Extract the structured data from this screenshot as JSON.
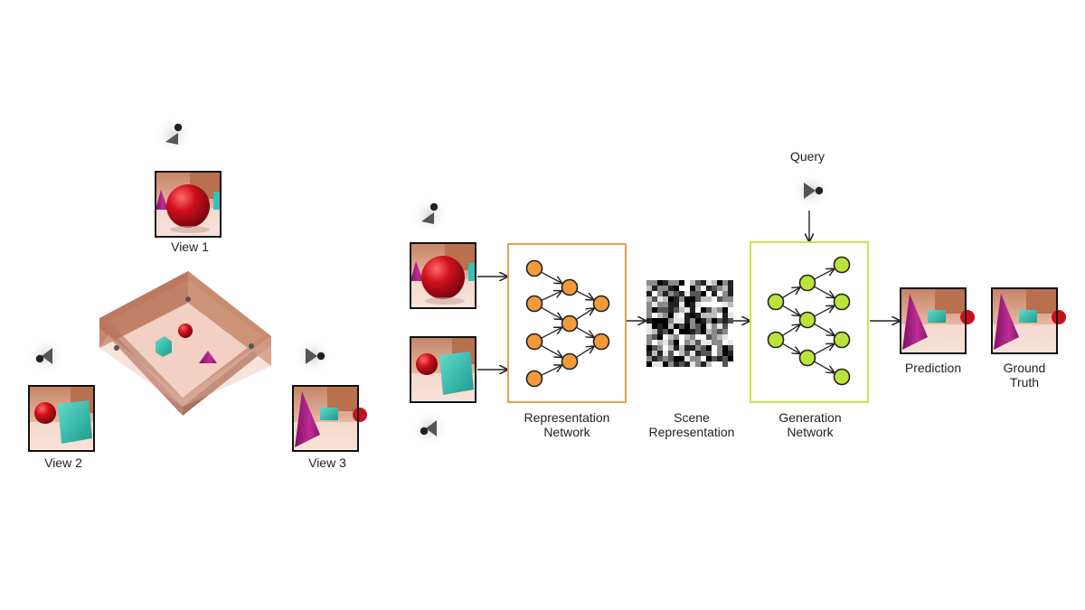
{
  "left_panel": {
    "views": [
      {
        "label": "View 1"
      },
      {
        "label": "View 2"
      },
      {
        "label": "View 3"
      }
    ]
  },
  "pipeline": {
    "query_label": "Query",
    "representation_network": {
      "line1": "Representation",
      "line2": "Network"
    },
    "scene_representation": {
      "line1": "Scene",
      "line2": "Representation"
    },
    "generation_network": {
      "line1": "Generation",
      "line2": "Network"
    },
    "prediction_label": "Prediction",
    "ground_truth": {
      "line1": "Ground",
      "line2": "Truth"
    }
  },
  "colors": {
    "representation_node": "#f39a3b",
    "representation_frame": "#e8a04a",
    "generation_node": "#b9e43a",
    "generation_frame": "#c6e64a",
    "sphere": "#c8101e",
    "cube": "#35c3b5",
    "cone": "#a0207f",
    "floor": "#f3d7cc",
    "wall": "#c98a65"
  }
}
